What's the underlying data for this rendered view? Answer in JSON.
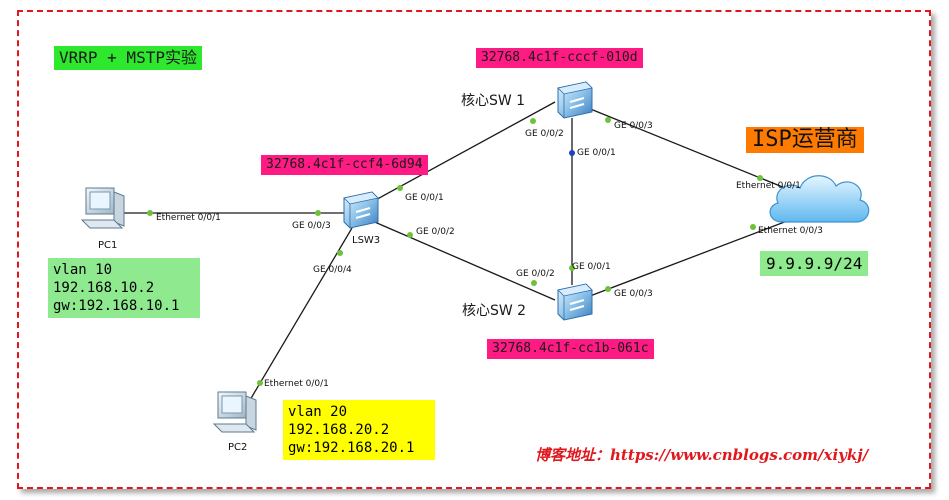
{
  "title": "VRRP + MSTP实验",
  "isp_label": "ISP运营商",
  "isp_ip": "9.9.9.9/24",
  "blog": "博客地址：https://www.cnblogs.com/xiykj/",
  "core_sw1": {
    "label": "核心SW 1",
    "bridge_id": "32768.4c1f-cccf-010d"
  },
  "core_sw2": {
    "label": "核心SW 2",
    "bridge_id": "32768.4c1f-cc1b-061c"
  },
  "lsw3": {
    "name": "LSW3",
    "bridge_id": "32768.4c1f-ccf4-6d94"
  },
  "pc1": {
    "name": "PC1",
    "vlan": "vlan 10",
    "ip": "192.168.10.2",
    "gw": "gw:192.168.10.1"
  },
  "pc2": {
    "name": "PC2",
    "vlan": "vlan 20",
    "ip": "192.168.20.2",
    "gw": "gw:192.168.20.1"
  },
  "ports": {
    "pc1_eth": "Ethernet 0/0/1",
    "lsw3_ge3": "GE 0/0/3",
    "lsw3_ge1": "GE 0/0/1",
    "lsw3_ge2": "GE 0/0/2",
    "lsw3_ge4": "GE 0/0/4",
    "pc2_eth": "Ethernet 0/0/1",
    "sw1_ge2": "GE 0/0/2",
    "sw1_ge1": "GE 0/0/1",
    "sw1_ge3": "GE 0/0/3",
    "sw2_ge2": "GE 0/0/2",
    "sw2_ge1": "GE 0/0/1",
    "sw2_ge3": "GE 0/0/3",
    "isp_eth1": "Ethernet 0/0/1",
    "isp_eth3": "Ethernet 0/0/3"
  },
  "colors": {
    "link": "#1a1a1a",
    "port_dot": "#6cc23a",
    "blocked_dot": "#1f3fc4",
    "frame": "#e0181e"
  }
}
